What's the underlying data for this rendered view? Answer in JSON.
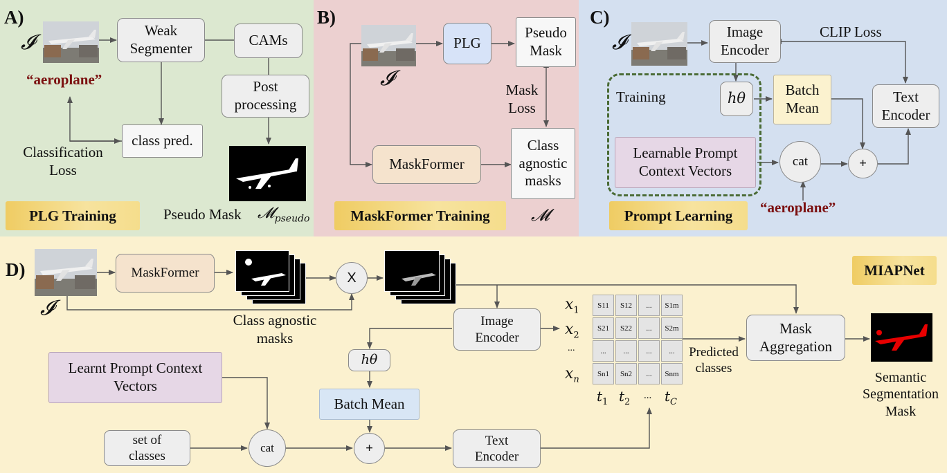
{
  "colors": {
    "panel_a": "#dce8d0",
    "panel_b": "#ecd0d0",
    "panel_c": "#d4e0f0",
    "panel_d": "#fbf1cf",
    "plg_box": "#d7e3f8",
    "maskformer_box": "#f5e3cd",
    "batch_mean_c": "#fbf2cf",
    "prompt_box": "#e6d7e6",
    "batch_mean_d": "#d8e6f5",
    "red_word": "#7b1010",
    "mask_red": "#e80000"
  },
  "panel_a": {
    "letter": "A)",
    "input_symbol": "𝓘",
    "class_word": "“aeroplane”",
    "weak_segmenter": "Weak\nSegmenter",
    "cams": "CAMs",
    "post_processing": "Post\nprocessing",
    "class_pred": "class pred.",
    "classification_loss": "Classification\nLoss",
    "pseudo_mask_label": "Pseudo Mask",
    "pseudo_mask_symbol": "𝓜",
    "pseudo_mask_subscript": "pseudo",
    "banner": "PLG Training"
  },
  "panel_b": {
    "letter": "B)",
    "input_symbol": "𝓘",
    "plg": "PLG",
    "pseudo_mask": "Pseudo\nMask",
    "mask_loss": "Mask\nLoss",
    "class_agnostic_masks": "Class\nagnostic\nmasks",
    "maskformer": "MaskFormer",
    "banner": "MaskFormer Training",
    "mask_symbol": "𝓜"
  },
  "panel_c": {
    "letter": "C)",
    "input_symbol": "𝓘",
    "image_encoder": "Image\nEncoder",
    "clip_loss": "CLIP Loss",
    "training": "Training",
    "h_theta": "hθ",
    "batch_mean": "Batch\nMean",
    "text_encoder": "Text\nEncoder",
    "learnable_prompt": "Learnable Prompt\nContext Vectors",
    "cat": "cat",
    "plus": "+",
    "class_word": "“aeroplane”",
    "banner": "Prompt Learning"
  },
  "panel_d": {
    "letter": "D)",
    "input_symbol": "𝓘",
    "maskformer": "MaskFormer",
    "multiply": "X",
    "class_agnostic_masks": "Class agnostic\nmasks",
    "image_encoder": "Image\nEncoder",
    "h_theta": "hθ",
    "batch_mean": "Batch Mean",
    "learnt_prompt": "Learnt Prompt Context\nVectors",
    "set_of_classes": "set of\nclasses",
    "cat": "cat",
    "plus": "+",
    "text_encoder": "Text\nEncoder",
    "mask_aggregation": "Mask\nAggregation",
    "predicted_classes": "Predicted\nclasses",
    "semantic_mask": "Semantic\nSegmentation\nMask",
    "banner": "MIAPNet",
    "row_labels": [
      "x1",
      "x2",
      "...",
      "xn"
    ],
    "col_labels": [
      "t1",
      "t2",
      "...",
      "tC"
    ],
    "matrix": [
      [
        "S11",
        "S12",
        "...",
        "S1m"
      ],
      [
        "S21",
        "S22",
        "...",
        "S2m"
      ],
      [
        "...",
        "...",
        "...",
        "..."
      ],
      [
        "Sn1",
        "Sn2",
        "...",
        "Snm"
      ]
    ]
  }
}
